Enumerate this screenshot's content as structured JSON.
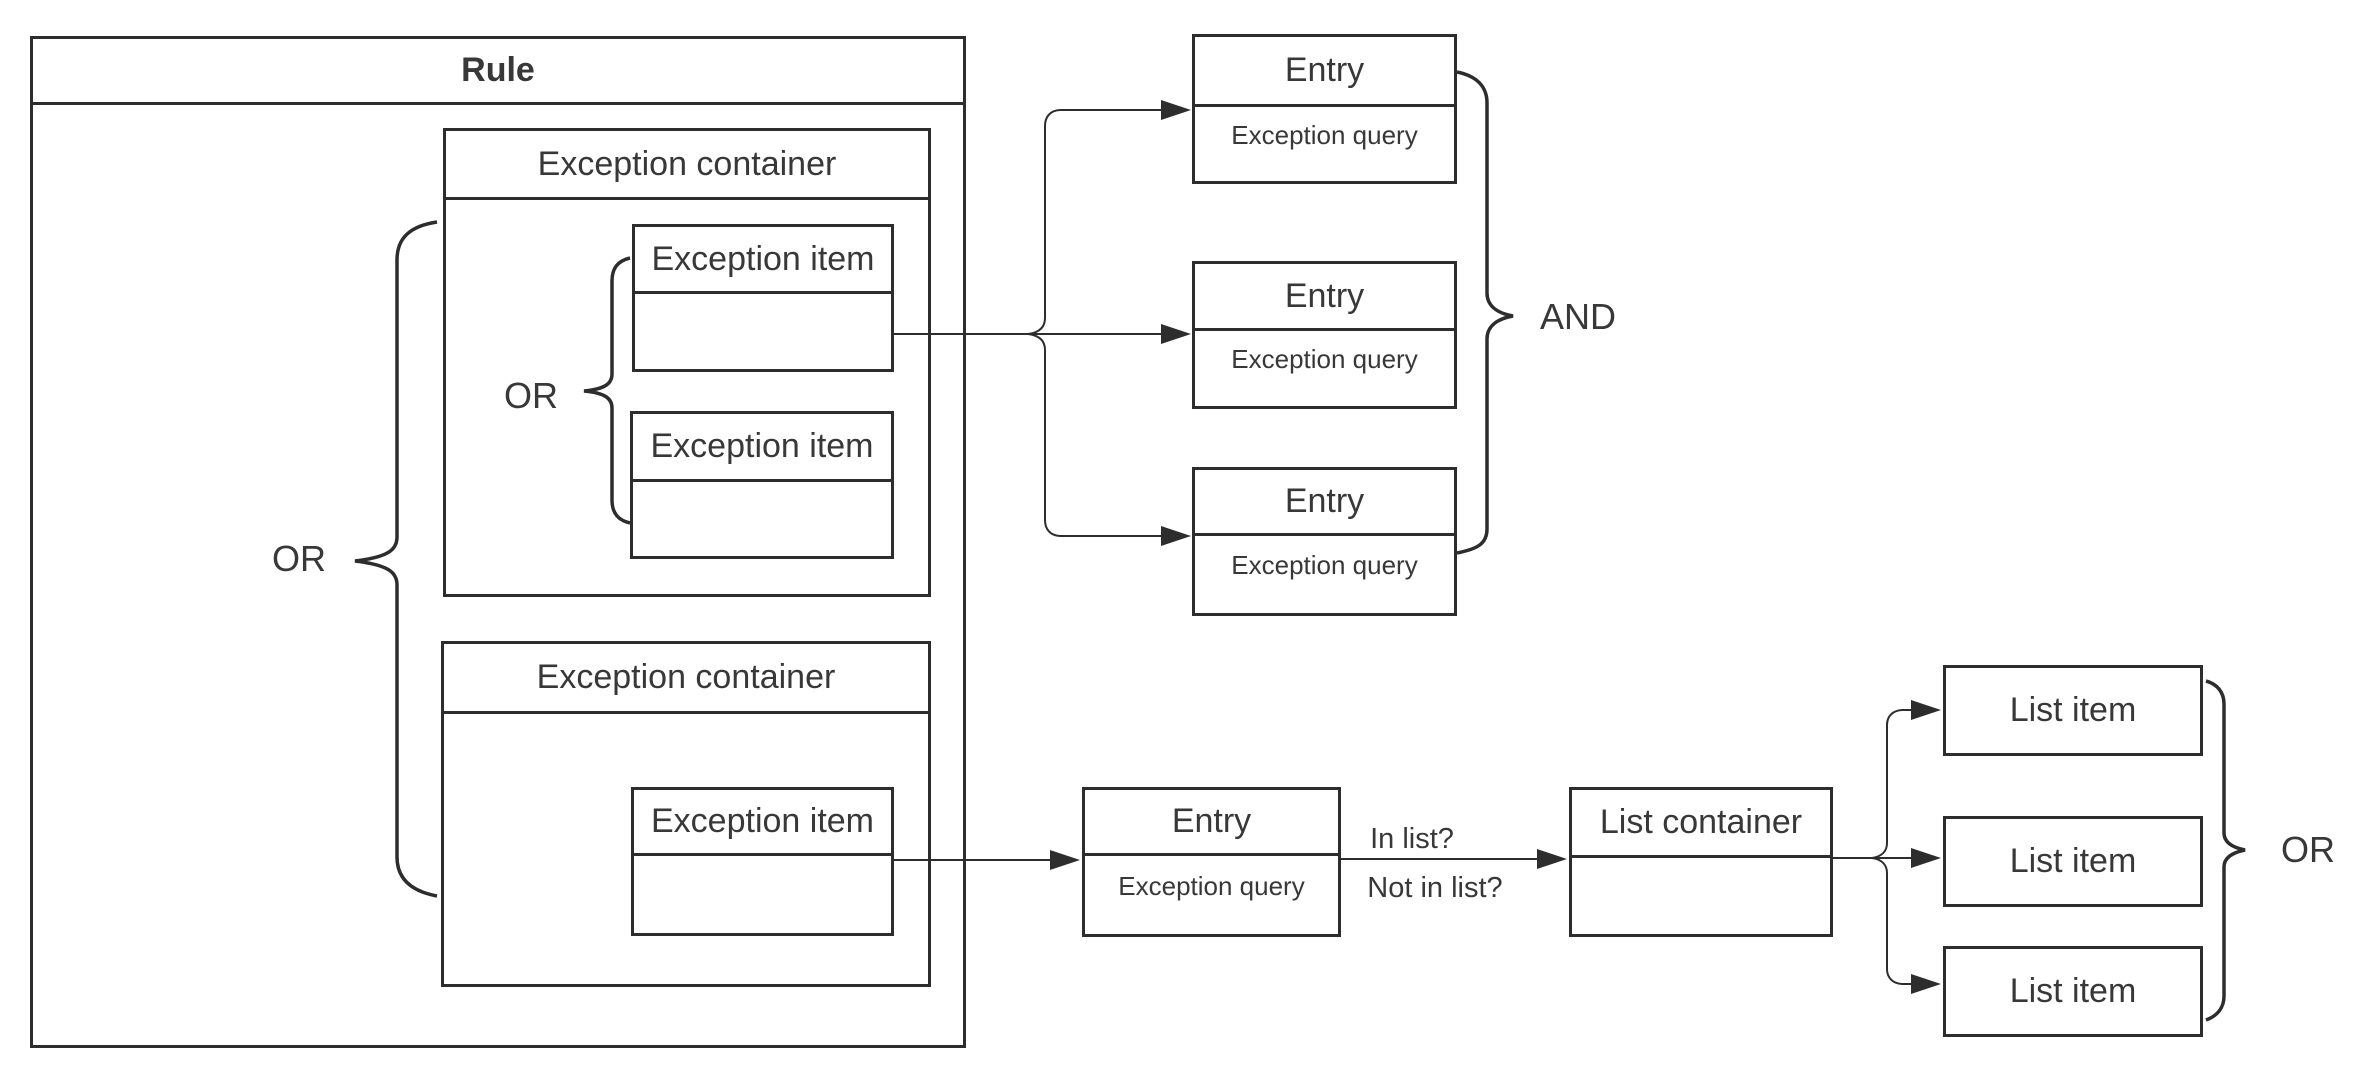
{
  "diagram": {
    "colors": {
      "stroke": "#2d2d2d",
      "text": "#383838",
      "background": "#ffffff"
    },
    "rule": {
      "title": "Rule"
    },
    "exception_containers": [
      {
        "title": "Exception container"
      },
      {
        "title": "Exception container"
      }
    ],
    "exception_items": [
      {
        "title": "Exception item"
      },
      {
        "title": "Exception item"
      },
      {
        "title": "Exception item"
      }
    ],
    "entries": [
      {
        "title": "Entry",
        "query": "Exception query"
      },
      {
        "title": "Entry",
        "query": "Exception query"
      },
      {
        "title": "Entry",
        "query": "Exception query"
      },
      {
        "title": "Entry",
        "query": "Exception query"
      }
    ],
    "list_container": {
      "title": "List container"
    },
    "list_items": [
      {
        "title": "List item"
      },
      {
        "title": "List item"
      },
      {
        "title": "List item"
      }
    ],
    "operators": {
      "outer_or": "OR",
      "items_or": "OR",
      "entries_and": "AND",
      "list_or": "OR"
    },
    "edge_labels": {
      "in_list": "In list?",
      "not_in_list": "Not in list?"
    }
  }
}
